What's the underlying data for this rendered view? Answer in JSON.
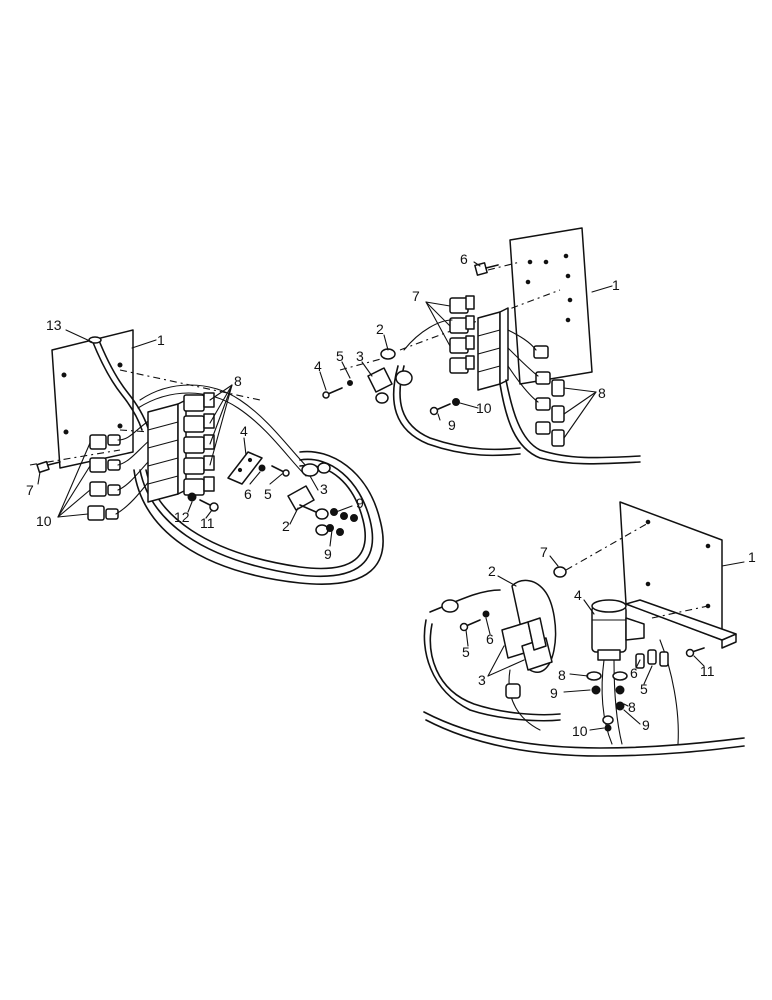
{
  "diagram": {
    "views": [
      {
        "id": "view-left",
        "labels": [
          "13",
          "1",
          "8",
          "4",
          "6",
          "5",
          "3",
          "9",
          "2",
          "9",
          "12",
          "11",
          "7",
          "10"
        ]
      },
      {
        "id": "view-upper-right",
        "labels": [
          "6",
          "1",
          "7",
          "2",
          "3",
          "5",
          "4",
          "8",
          "10",
          "9"
        ]
      },
      {
        "id": "view-lower-right",
        "labels": [
          "7",
          "1",
          "2",
          "4",
          "6",
          "5",
          "3",
          "8",
          "9",
          "8",
          "9",
          "10",
          "6",
          "5",
          "11"
        ]
      }
    ]
  }
}
